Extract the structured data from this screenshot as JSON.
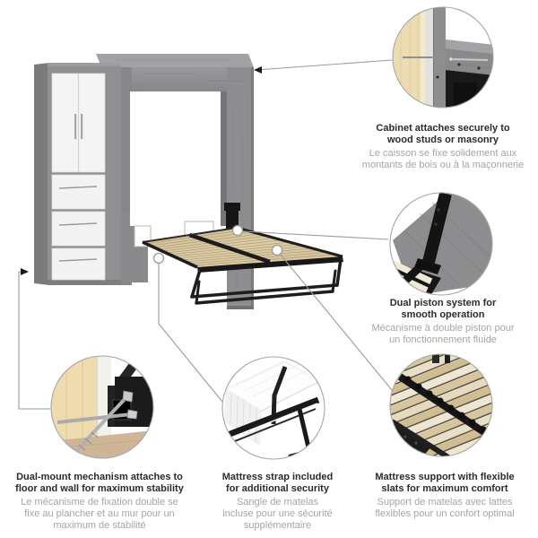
{
  "colors": {
    "cabinet_gray": "#8f8f91",
    "door_white": "#f4f4f4",
    "slat_wood": "#d9c8a2",
    "frame_black": "#1d1d1d",
    "pine_wood": "#ecd9ac",
    "leader_gray": "#9b9b9b",
    "text_dark": "#2b2b2b",
    "text_muted": "#a5a5a5"
  },
  "features": {
    "cabinet": {
      "en1": "Cabinet attaches securely to",
      "en2": "wood studs or masonry",
      "fr1": "Le caisson se fixe solidement aux",
      "fr2": "montants de bois ou à la maçonnerie"
    },
    "piston": {
      "en1": "Dual piston system for",
      "en2": "smooth operation",
      "fr1": "Mécanisme à double piston pour",
      "fr2": "un fonctionnement fluide"
    },
    "dualmount": {
      "en1": "Dual-mount mechanism attaches to",
      "en2": "floor and wall for maximum stability",
      "fr1": "Le mécanisme de fixation double se",
      "fr2": "fixe au plancher et au mur pour un",
      "fr3": "maximum de stabilité"
    },
    "strap": {
      "en1": "Mattress strap included",
      "en2": "for additional security",
      "fr1": "Sangle de matelas",
      "fr2": "incluse pour une sécurité",
      "fr3": "supplémentaire"
    },
    "slats": {
      "en1": "Mattress support with flexible",
      "en2": "slats for maximum comfort",
      "fr1": "Support de matelas avec lattes",
      "fr2": "flexibles pour un confort optimal"
    }
  }
}
